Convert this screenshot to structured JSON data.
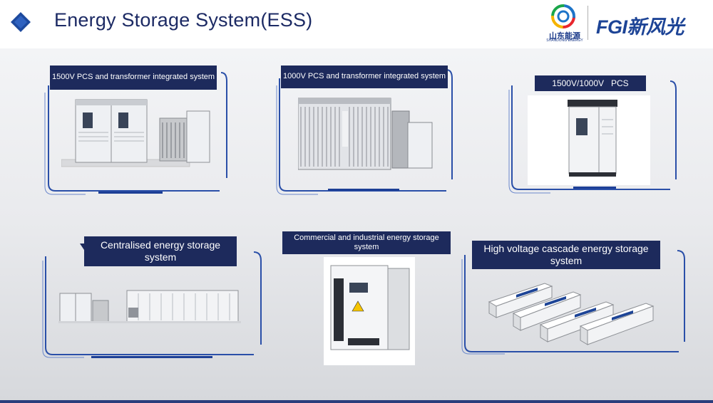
{
  "header": {
    "title": "Energy Storage System(ESS)",
    "logo_cn": "山东能源",
    "logo_en": "SHANDONG ENERGY",
    "brand_latin": "FGI",
    "brand_cn": "新风光"
  },
  "products": [
    {
      "label": "1500V PCS and transformer integrated system"
    },
    {
      "label": "1000V PCS and transformer integrated system"
    },
    {
      "label": "1500V/1000V   PCS"
    },
    {
      "label": "Centralised energy storage system"
    },
    {
      "label": "Commercial and industrial energy storage system"
    },
    {
      "label": "High voltage cascade energy storage system"
    }
  ],
  "colors": {
    "navy": "#1d2a5c",
    "frame_blue": "#2a4fa8",
    "title_blue": "#1c2a64"
  }
}
